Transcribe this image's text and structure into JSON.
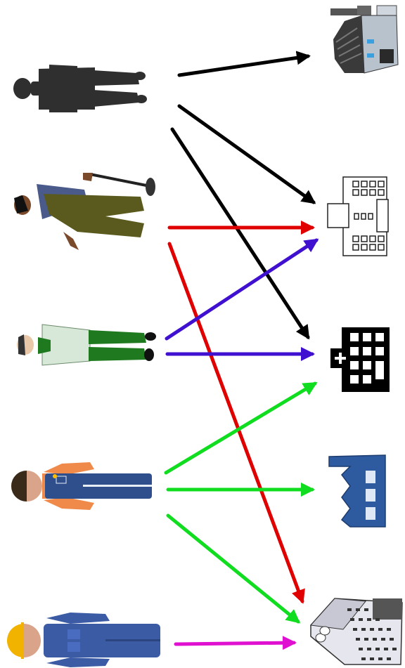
{
  "workers": [
    {
      "name": "silhouette-worker",
      "color": "#2f2f2f"
    },
    {
      "name": "sweeping-worker",
      "color": "#5a5a1e"
    },
    {
      "name": "green-pants-worker",
      "color": "#1f7a1f"
    },
    {
      "name": "overalls-worker",
      "color": "#2e4f8c"
    },
    {
      "name": "hardhat-worker",
      "color": "#3b5ba5"
    }
  ],
  "buildings": [
    {
      "name": "industrial-plant-building"
    },
    {
      "name": "office-building"
    },
    {
      "name": "hospital-building"
    },
    {
      "name": "factory-building"
    },
    {
      "name": "apartment-complex-building"
    }
  ],
  "connections": [
    {
      "from": "silhouette-worker",
      "to": "industrial-plant-building",
      "color": "#000000"
    },
    {
      "from": "silhouette-worker",
      "to": "office-building",
      "color": "#000000"
    },
    {
      "from": "silhouette-worker",
      "to": "hospital-building",
      "color": "#000000"
    },
    {
      "from": "sweeping-worker",
      "to": "office-building",
      "color": "#e00000"
    },
    {
      "from": "sweeping-worker",
      "to": "apartment-complex-building",
      "color": "#e00000"
    },
    {
      "from": "green-pants-worker",
      "to": "office-building",
      "color": "#4010d0"
    },
    {
      "from": "green-pants-worker",
      "to": "hospital-building",
      "color": "#4010d0"
    },
    {
      "from": "overalls-worker",
      "to": "hospital-building",
      "color": "#10dd20"
    },
    {
      "from": "overalls-worker",
      "to": "factory-building",
      "color": "#10dd20"
    },
    {
      "from": "overalls-worker",
      "to": "apartment-complex-building",
      "color": "#10dd20"
    },
    {
      "from": "hardhat-worker",
      "to": "apartment-complex-building",
      "color": "#e010d0"
    }
  ]
}
